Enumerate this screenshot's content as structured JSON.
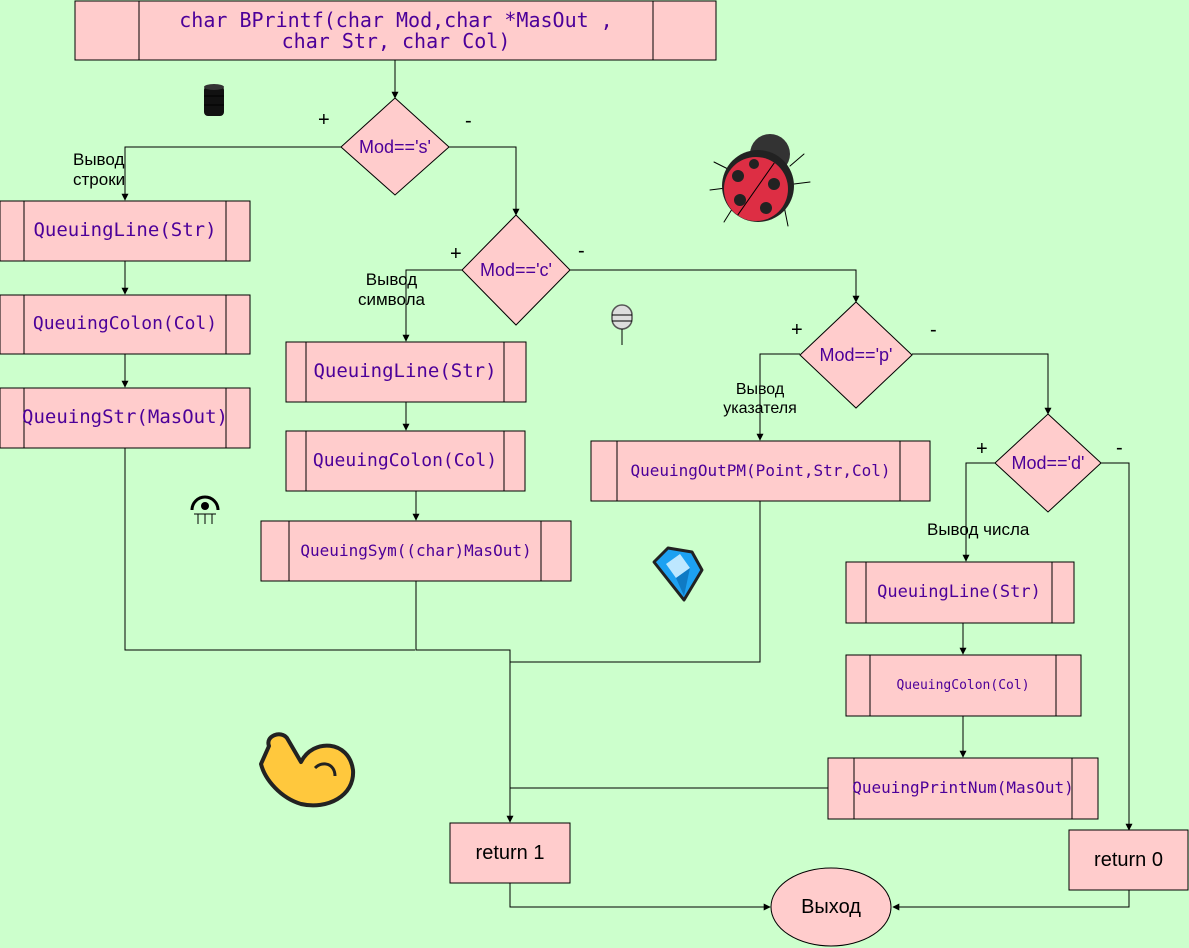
{
  "title": {
    "line1": "char BPrintf(char Mod,char *MasOut ,",
    "line2": "char Str, char Col)"
  },
  "conditions": {
    "s": "Mod=='s'",
    "c": "Mod=='c'",
    "p": "Mod=='p'",
    "d": "Mod=='d'"
  },
  "signs": {
    "plus": "+",
    "minus": "-"
  },
  "notes": {
    "string_out": "Вывод\nстроки",
    "symbol_out": "Вывод\nсимвола",
    "pointer_out": "Вывод\nуказателя",
    "number_out": "Вывод числа"
  },
  "branch_s": [
    "QueuingLine(Str)",
    "QueuingColon(Col)",
    "QueuingStr(MasOut)"
  ],
  "branch_c": [
    "QueuingLine(Str)",
    "QueuingColon(Col)",
    "QueuingSym((char)MasOut)"
  ],
  "branch_p": [
    "QueuingOutPM(Point,Str,Col)"
  ],
  "branch_d": [
    "QueuingLine(Str)",
    "QueuingColon(Col)",
    "QueuingPrintNum(MasOut)"
  ],
  "returns": {
    "one": "return 1",
    "zero": "return 0"
  },
  "exit": "Выход",
  "icons": [
    "database-icon",
    "ladybug-icon",
    "microphone-icon",
    "mage-icon",
    "gem-icon",
    "flexed-biceps-icon"
  ],
  "colors": {
    "background": "#ccffcc",
    "node_fill": "#ffcccc",
    "code_text": "#4c0099"
  }
}
